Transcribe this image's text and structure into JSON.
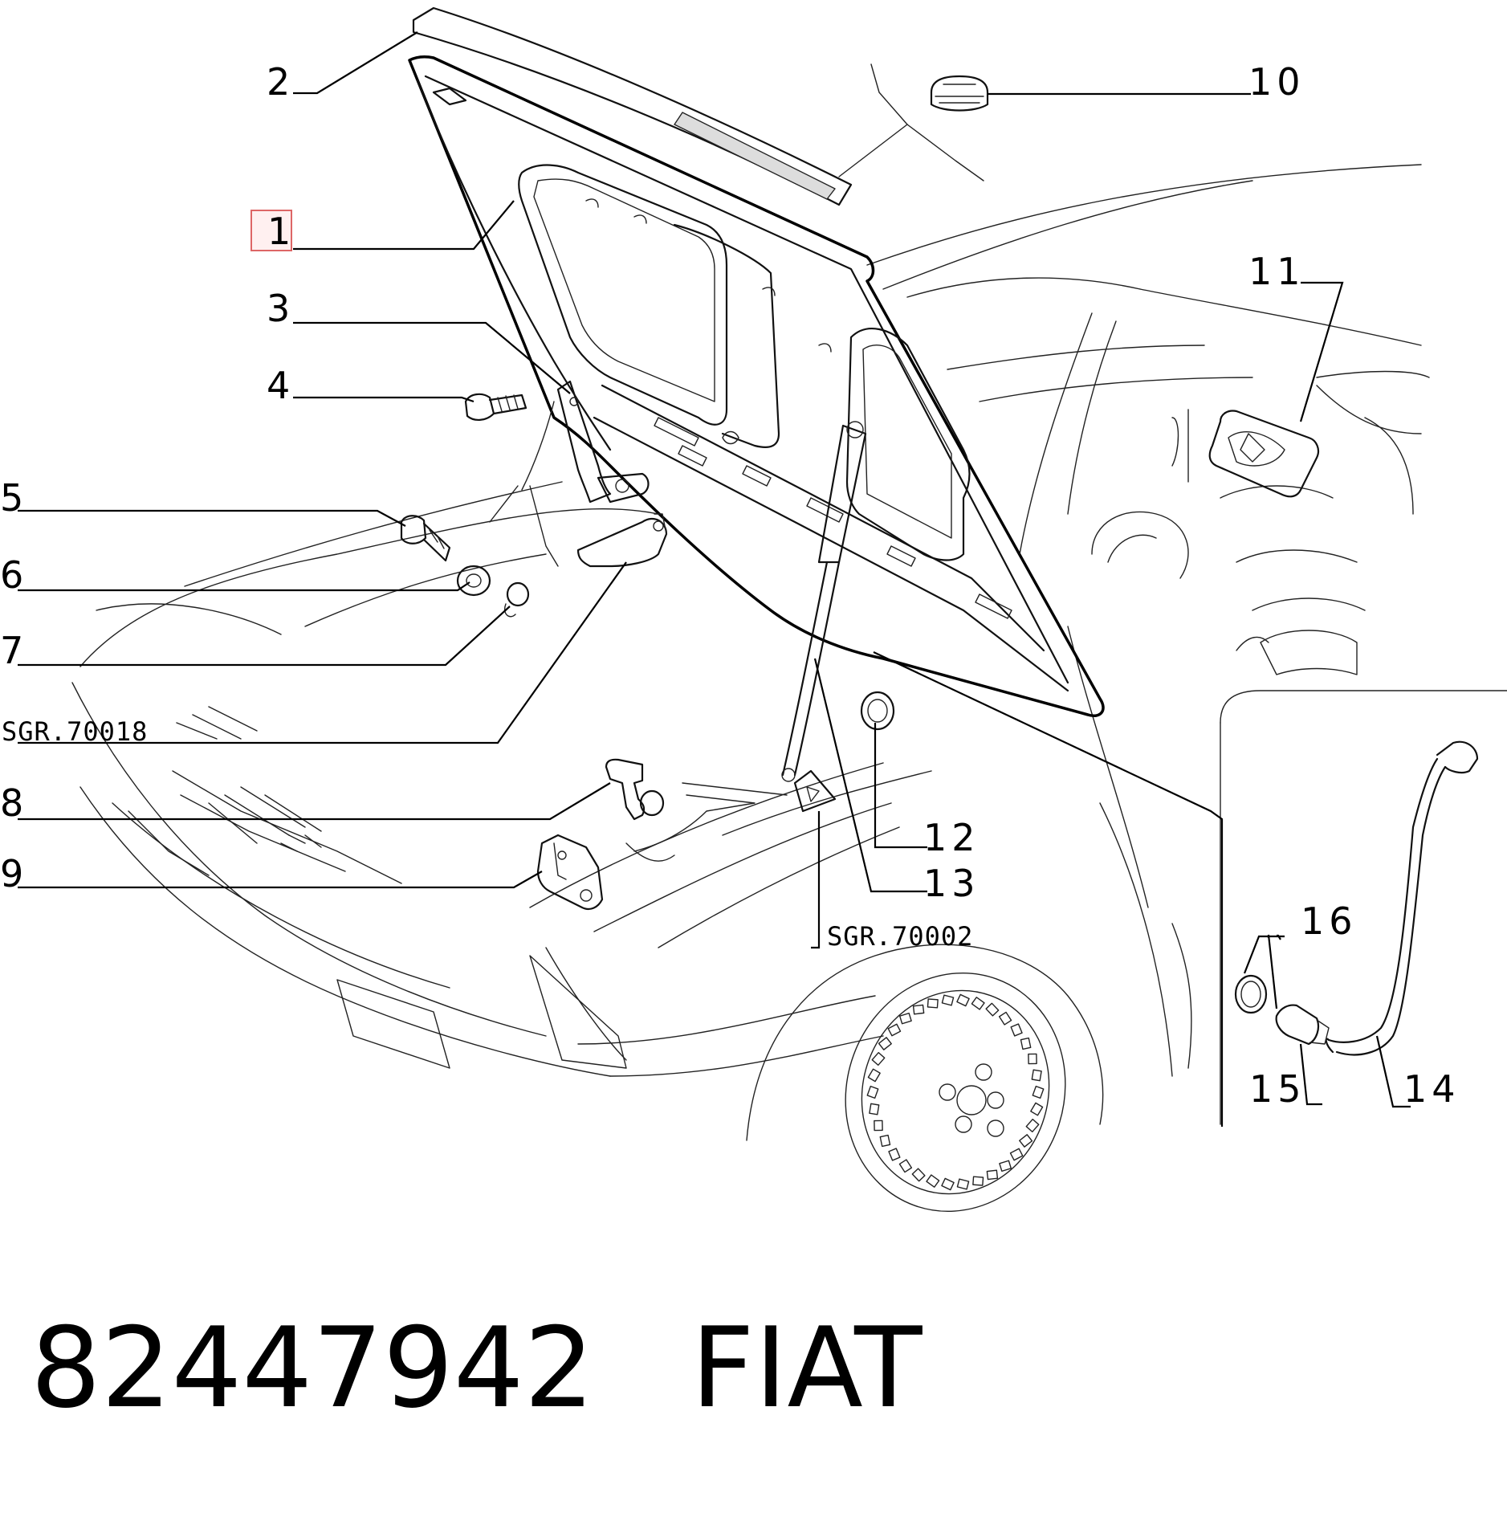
{
  "callouts": {
    "c1": "1",
    "c2": "2",
    "c3": "3",
    "c4": "4",
    "c5": "5",
    "c6": "6",
    "c7": "7",
    "c8": "8",
    "c9": "9",
    "c10": "10",
    "c11": "11",
    "c12": "12",
    "c13": "13",
    "c14": "14",
    "c15": "15",
    "c16": "16"
  },
  "references": {
    "ref1": "SGR.70018",
    "ref2": "SGR.70002"
  },
  "footer": {
    "part_number": "82447942",
    "brand": "FIAT"
  },
  "highlight_color": "#d66666"
}
